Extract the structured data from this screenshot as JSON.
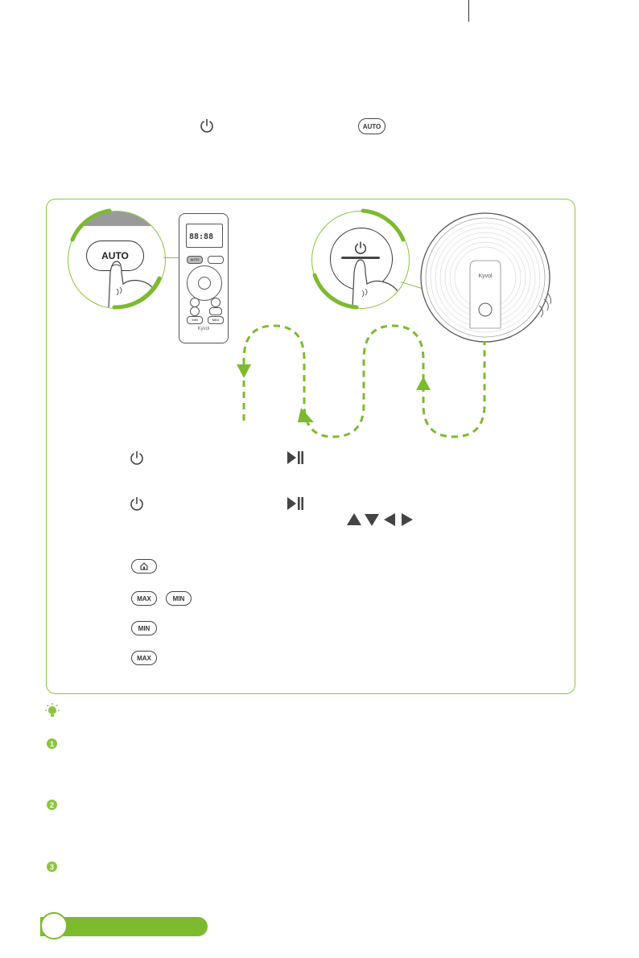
{
  "intro": {
    "auto_button_label": "AUTO"
  },
  "illustration": {
    "zoom_button_label": "AUTO",
    "remote": {
      "display_digits": "88:88",
      "auto_key": "AUTO",
      "min_key": "MIN",
      "max_key": "MAX",
      "brand": "Kyvol"
    },
    "robot_brand": "Kyvol"
  },
  "instructions": {
    "max_key": "MAX",
    "min_key": "MIN"
  },
  "tips": {
    "items": [
      {
        "number": "1"
      },
      {
        "number": "2"
      },
      {
        "number": "3"
      }
    ]
  },
  "colors": {
    "accent": "#8cc63f",
    "border": "#8cc63f",
    "icon": "#444444"
  }
}
